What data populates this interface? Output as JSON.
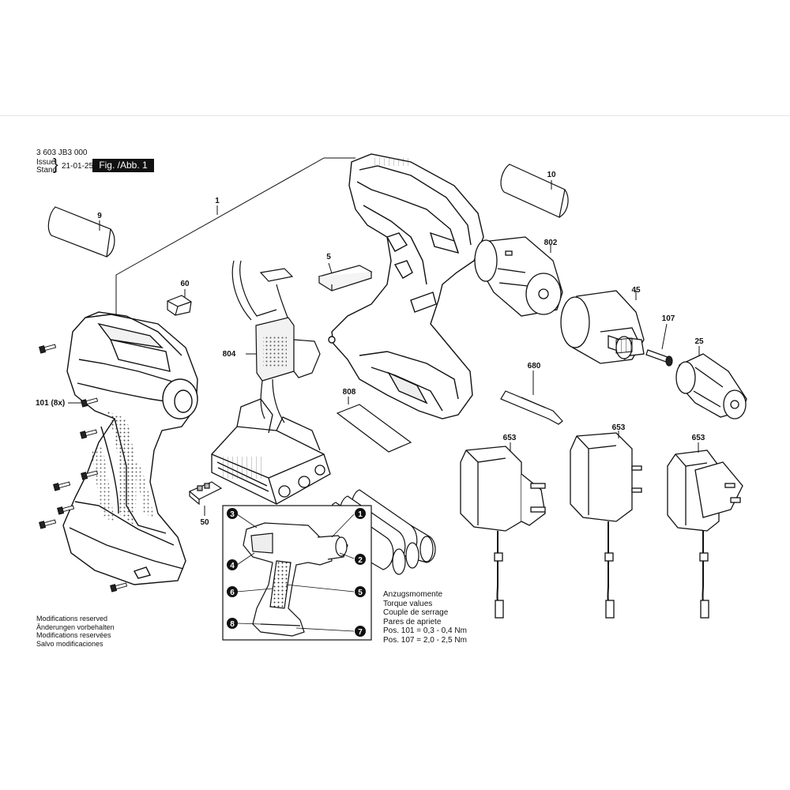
{
  "header": {
    "doc_number": "3 603 JB3 000",
    "issue_label": "Issue",
    "stand_label": "Stand",
    "date": "21-01-25",
    "figure_label": "Fig. /Abb. 1"
  },
  "parts": [
    {
      "id": "p1",
      "label": "1"
    },
    {
      "id": "p5",
      "label": "5"
    },
    {
      "id": "p9",
      "label": "9"
    },
    {
      "id": "p10",
      "label": "10"
    },
    {
      "id": "p25",
      "label": "25"
    },
    {
      "id": "p45",
      "label": "45"
    },
    {
      "id": "p50",
      "label": "50"
    },
    {
      "id": "p60",
      "label": "60"
    },
    {
      "id": "p101",
      "label": "101 (8x)"
    },
    {
      "id": "p107",
      "label": "107"
    },
    {
      "id": "p653a",
      "label": "653"
    },
    {
      "id": "p653b",
      "label": "653"
    },
    {
      "id": "p653c",
      "label": "653"
    },
    {
      "id": "p680",
      "label": "680"
    },
    {
      "id": "p802",
      "label": "802"
    },
    {
      "id": "p804",
      "label": "804"
    },
    {
      "id": "p808",
      "label": "808"
    }
  ],
  "inset_markers": [
    "1",
    "2",
    "3",
    "4",
    "5",
    "6",
    "7",
    "8"
  ],
  "notes": [
    "Modifications reserved",
    "Änderungen vorbehalten",
    "Modifications reservées",
    "Salvo modificaciones"
  ],
  "torque": {
    "titles": [
      "Anzugsmomente",
      "Torque values",
      "Couple de serrage",
      "Pares de apriete"
    ],
    "rows": [
      {
        "pos": "Pos. 101",
        "eq": "=",
        "value": "0,3 - 0,4 Nm"
      },
      {
        "pos": "Pos. 107",
        "eq": "=",
        "value": "2,0 - 2,5 Nm"
      }
    ]
  }
}
